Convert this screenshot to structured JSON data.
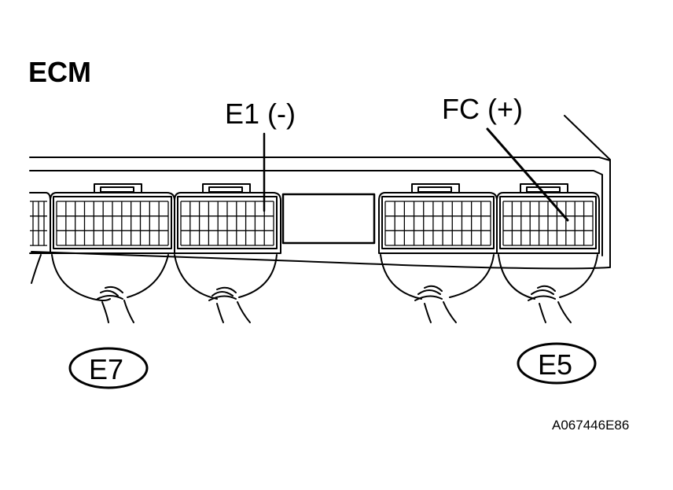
{
  "diagram": {
    "title": "ECM",
    "terminals": [
      {
        "id": "e1",
        "label": "E1 (-)"
      },
      {
        "id": "fc",
        "label": "FC (+)"
      }
    ],
    "connectors": [
      {
        "id": "e7",
        "label": "E7"
      },
      {
        "id": "e5",
        "label": "E5"
      }
    ],
    "figure_code": "A067446E86",
    "colors": {
      "ink": "#000000",
      "paper": "#ffffff"
    }
  }
}
